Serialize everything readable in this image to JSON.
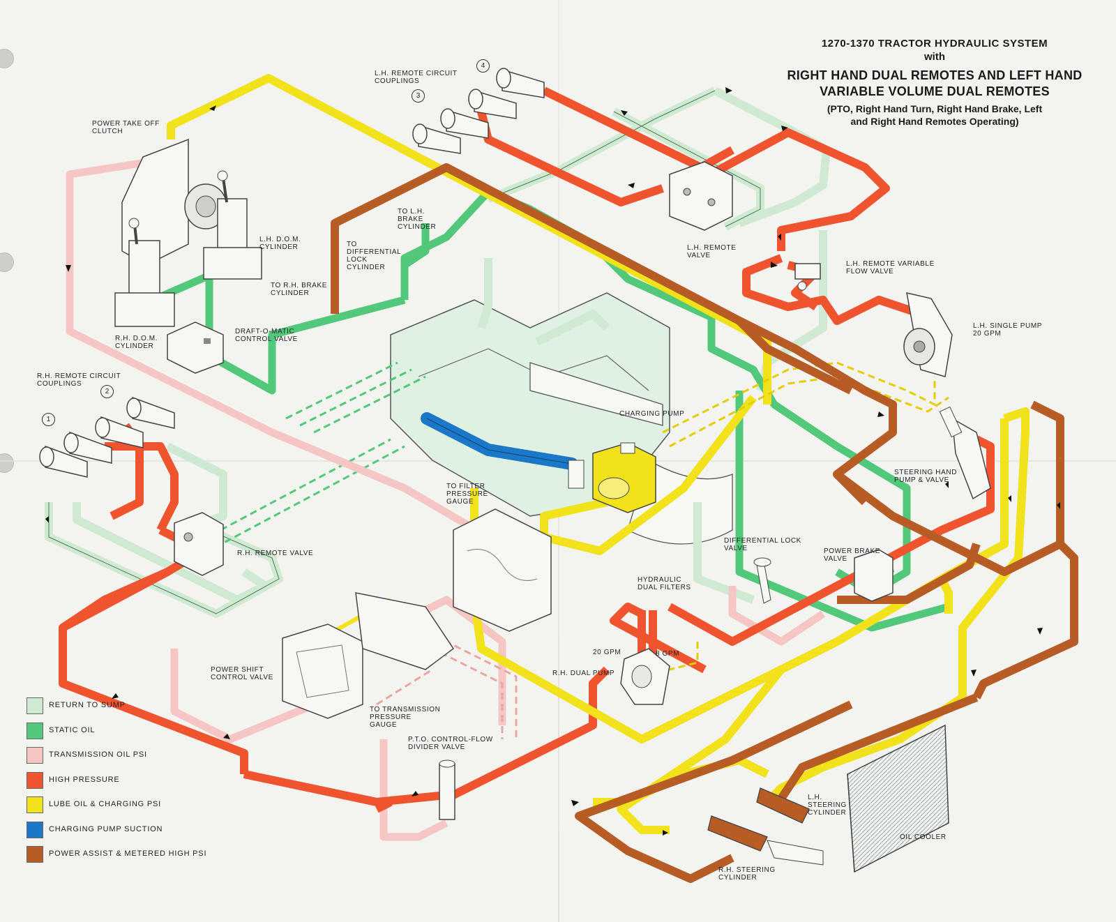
{
  "title": {
    "line1": "1270-1370 TRACTOR HYDRAULIC SYSTEM",
    "line2": "with",
    "line3": "RIGHT HAND DUAL REMOTES AND LEFT HAND",
    "line4": "VARIABLE VOLUME DUAL REMOTES",
    "line5": "(PTO, Right Hand Turn, Right Hand Brake, Left",
    "line6": "and Right Hand Remotes Operating)"
  },
  "colors": {
    "return_to_sump": "#cfe9d3",
    "static_oil": "#52c97a",
    "transmission_oil_psi": "#f5c6c4",
    "high_pressure": "#f0542f",
    "lube_oil_charging_psi": "#f2e21b",
    "charging_pump_suction": "#1b78c9",
    "power_assist_metered_high_psi": "#b85c26"
  },
  "legend": [
    {
      "label": "RETURN TO SUMP",
      "color": "#cfe9d3"
    },
    {
      "label": "STATIC OIL",
      "color": "#52c97a"
    },
    {
      "label": "TRANSMISSION OIL PSI",
      "color": "#f5c6c4"
    },
    {
      "label": "HIGH PRESSURE",
      "color": "#f0542f"
    },
    {
      "label": "LUBE OIL & CHARGING PSI",
      "color": "#f2e21b"
    },
    {
      "label": "CHARGING PUMP SUCTION",
      "color": "#1b78c9"
    },
    {
      "label": "POWER ASSIST & METERED HIGH PSI",
      "color": "#b85c26"
    }
  ],
  "labels": {
    "pto_clutch": "POWER TAKE OFF\nCLUTCH",
    "lh_remote_couplings": "L.H. REMOTE CIRCUIT\nCOUPLINGS",
    "lh_dom_cylinder": "L.H. D.O.M.\nCYLINDER",
    "rh_dom_cylinder": "R.H. D.O.M.\nCYLINDER",
    "to_lh_brake": "TO L.H.\nBRAKE\nCYLINDER",
    "to_diff_lock": "TO\nDIFFERENTIAL\nLOCK\nCYLINDER",
    "to_rh_brake": "TO R.H. BRAKE\nCYLINDER",
    "draft_o_matic": "DRAFT-O-MATIC\nCONTROL VALVE",
    "lh_remote_valve": "L.H. REMOTE\nVALVE",
    "lh_remote_variable": "L.H. REMOTE VARIABLE\nFLOW VALVE",
    "lh_single_pump": "L.H. SINGLE PUMP\n20 GPM",
    "rh_remote_couplings": "R.H. REMOTE CIRCUIT\nCOUPLINGS",
    "charging_pump": "CHARGING PUMP",
    "steering_hand_pump": "STEERING HAND\nPUMP & VALVE",
    "to_filter_gauge": "TO FILTER\nPRESSURE\nGAUGE",
    "rh_remote_valve": "R.H. REMOTE VALVE",
    "differential_lock_valve": "DIFFERENTIAL LOCK\nVALVE",
    "power_brake_valve": "POWER BRAKE\nVALVE",
    "hydraulic_dual_filters": "HYDRAULIC\nDUAL FILTERS",
    "gpm_20": "20 GPM",
    "gpm_8": "8 GPM",
    "rh_dual_pump": "R.H. DUAL PUMP",
    "power_shift": "POWER SHIFT\nCONTROL VALVE",
    "to_transmission_gauge": "TO TRANSMISSION\nPRESSURE\nGAUGE",
    "pto_control_flow": "P.T.O. CONTROL-FLOW\nDIVIDER VALVE",
    "lh_steering_cylinder": "L.H.\nSTEERING\nCYLINDER",
    "rh_steering_cylinder": "R.H. STEERING\nCYLINDER",
    "oil_cooler": "OIL COOLER"
  },
  "coupling_numbers": [
    "1",
    "2",
    "3",
    "4"
  ]
}
